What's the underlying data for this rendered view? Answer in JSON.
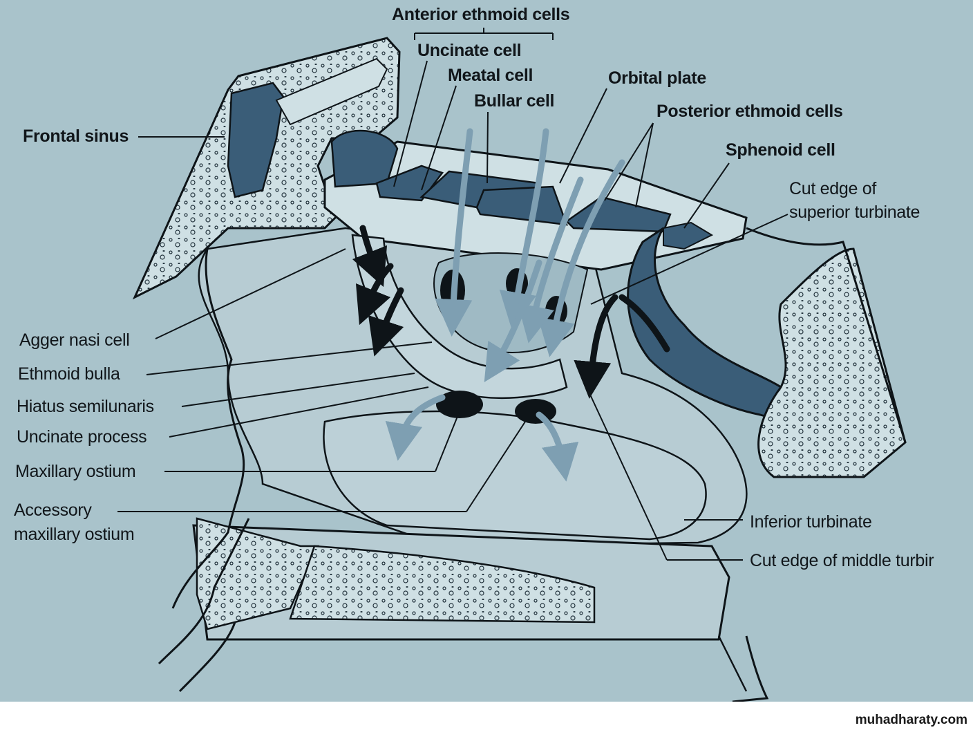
{
  "labels": {
    "anterior_ethmoid_cells": "Anterior ethmoid cells",
    "uncinate_cell": "Uncinate cell",
    "meatal_cell": "Meatal cell",
    "bullar_cell": "Bullar cell",
    "orbital_plate": "Orbital plate",
    "posterior_ethmoid_cells": "Posterior ethmoid cells",
    "sphenoid_cell": "Sphenoid cell",
    "cut_edge_superior_line1": "Cut edge of",
    "cut_edge_superior_line2": "superior turbinate",
    "frontal_sinus": "Frontal sinus",
    "agger_nasi_cell": "Agger nasi cell",
    "ethmoid_bulla": "Ethmoid bulla",
    "hiatus_semilunaris": "Hiatus semilunaris",
    "uncinate_process": "Uncinate process",
    "maxillary_ostium": "Maxillary ostium",
    "accessory_maxillary_line1": "Accessory",
    "accessory_maxillary_line2": "maxillary ostium",
    "inferior_turbinate": "Inferior turbinate",
    "cut_edge_middle": "Cut edge of middle turbir"
  },
  "watermark": "muhadharaty.com",
  "colors": {
    "background": "#a9c3cb",
    "cavity": "#3a5d78",
    "bone": "#cfe0e4",
    "outline": "#0e1418",
    "arrow_light": "#7e9fb2",
    "arrow_dark": "#0e1418"
  }
}
